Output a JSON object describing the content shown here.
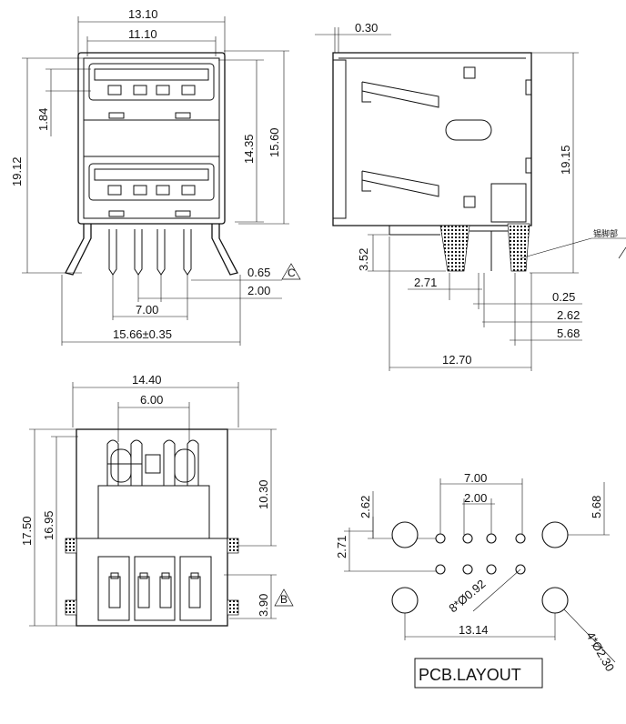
{
  "front_view": {
    "dims": {
      "overall_width": "13.10",
      "inner_width": "11.10",
      "port_offset": "1.84",
      "total_height": "19.12",
      "port_span": "14.35",
      "body_height": "15.60",
      "pin_width": "0.65",
      "pin_pitch": "2.00",
      "pin_span": "7.00",
      "leg_span": "15.66±0.35"
    },
    "note_c": "C"
  },
  "side_view": {
    "dims": {
      "shell_thickness": "0.30",
      "height": "19.15",
      "pin_length": "3.52",
      "offset_271": "2.71",
      "offset_025": "0.25",
      "offset_262": "2.62",
      "offset_568": "5.68",
      "depth": "12.70"
    },
    "solder_label": "锡脚部"
  },
  "top_view": {
    "dims": {
      "width": "14.40",
      "port_pitch": "6.00",
      "depth": "17.50",
      "body_depth": "16.95",
      "tongue_len": "10.30",
      "tab_len": "3.90"
    },
    "note_b": "B"
  },
  "pcb_layout": {
    "dims": {
      "pin_span": "7.00",
      "pin_pitch": "2.00",
      "row_offset": "2.62",
      "hole_offset": "2.71",
      "side_offset": "5.68",
      "small_holes": "8*Ø0.92",
      "hole_pitch": "13.14",
      "large_holes": "4*Ø2.30"
    },
    "title": "PCB.LAYOUT"
  }
}
